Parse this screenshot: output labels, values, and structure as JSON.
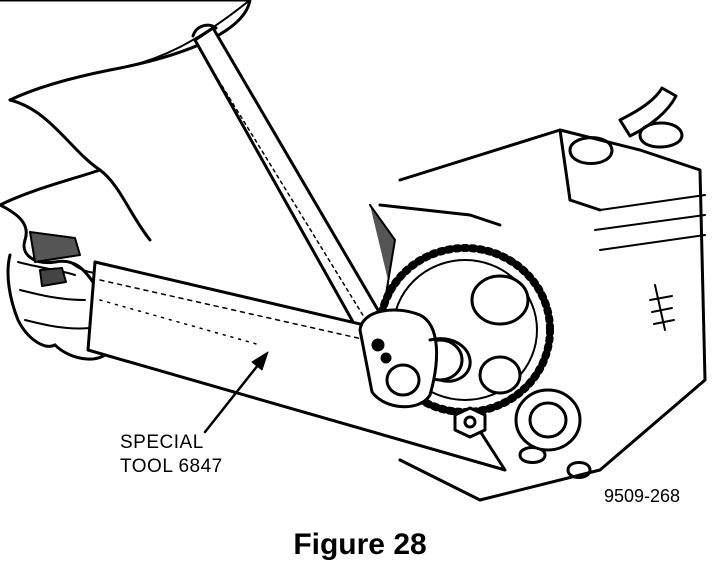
{
  "callout": {
    "line1": "SPECIAL",
    "line2": "TOOL 6847"
  },
  "part_number": "9509-268",
  "caption": "Figure 28",
  "colors": {
    "ink": "#000000",
    "background": "#ffffff"
  }
}
